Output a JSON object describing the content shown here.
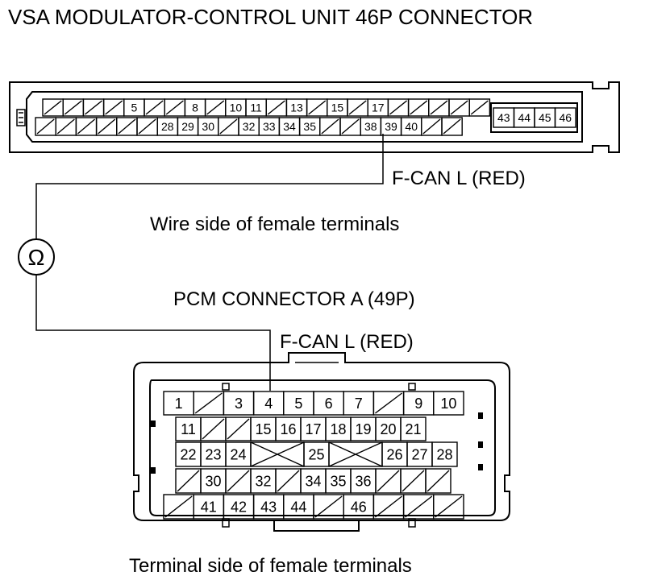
{
  "vsa": {
    "title": "VSA MODULATOR-CONTROL UNIT 46P CONNECTOR",
    "row1": [
      "",
      "",
      "",
      "",
      "5",
      "",
      "",
      "8",
      "",
      "10",
      "11",
      "",
      "13",
      "",
      "15",
      "",
      "17",
      "",
      "",
      "",
      "",
      ""
    ],
    "row2": [
      "",
      "",
      "",
      "",
      "",
      "",
      "28",
      "29",
      "30",
      "",
      "32",
      "33",
      "34",
      "35",
      "",
      "",
      "38",
      "39",
      "40",
      "",
      ""
    ],
    "aux": [
      "43",
      "44",
      "45",
      "46"
    ],
    "wire_label": "F-CAN L (RED)",
    "view_label": "Wire side of female terminals"
  },
  "meter": {
    "symbol": "Ω"
  },
  "pcm": {
    "title": "PCM CONNECTOR A (49P)",
    "wire_label": "F-CAN L (RED)",
    "view_label": "Terminal side of female terminals",
    "row1": [
      "1",
      "",
      "3",
      "4",
      "5",
      "6",
      "7",
      "",
      "9",
      "10"
    ],
    "row2": [
      "11",
      "",
      "",
      "15",
      "16",
      "17",
      "18",
      "19",
      "20",
      "21"
    ],
    "row3_left": [
      "22",
      "23",
      "24"
    ],
    "row3_mid": "25",
    "row3_right": [
      "26",
      "27",
      "28"
    ],
    "row4": [
      "",
      "30",
      "",
      "32",
      "",
      "34",
      "35",
      "36",
      "",
      "",
      ""
    ],
    "row5": [
      "",
      "41",
      "42",
      "43",
      "44",
      "",
      "46",
      "",
      "",
      ""
    ]
  }
}
